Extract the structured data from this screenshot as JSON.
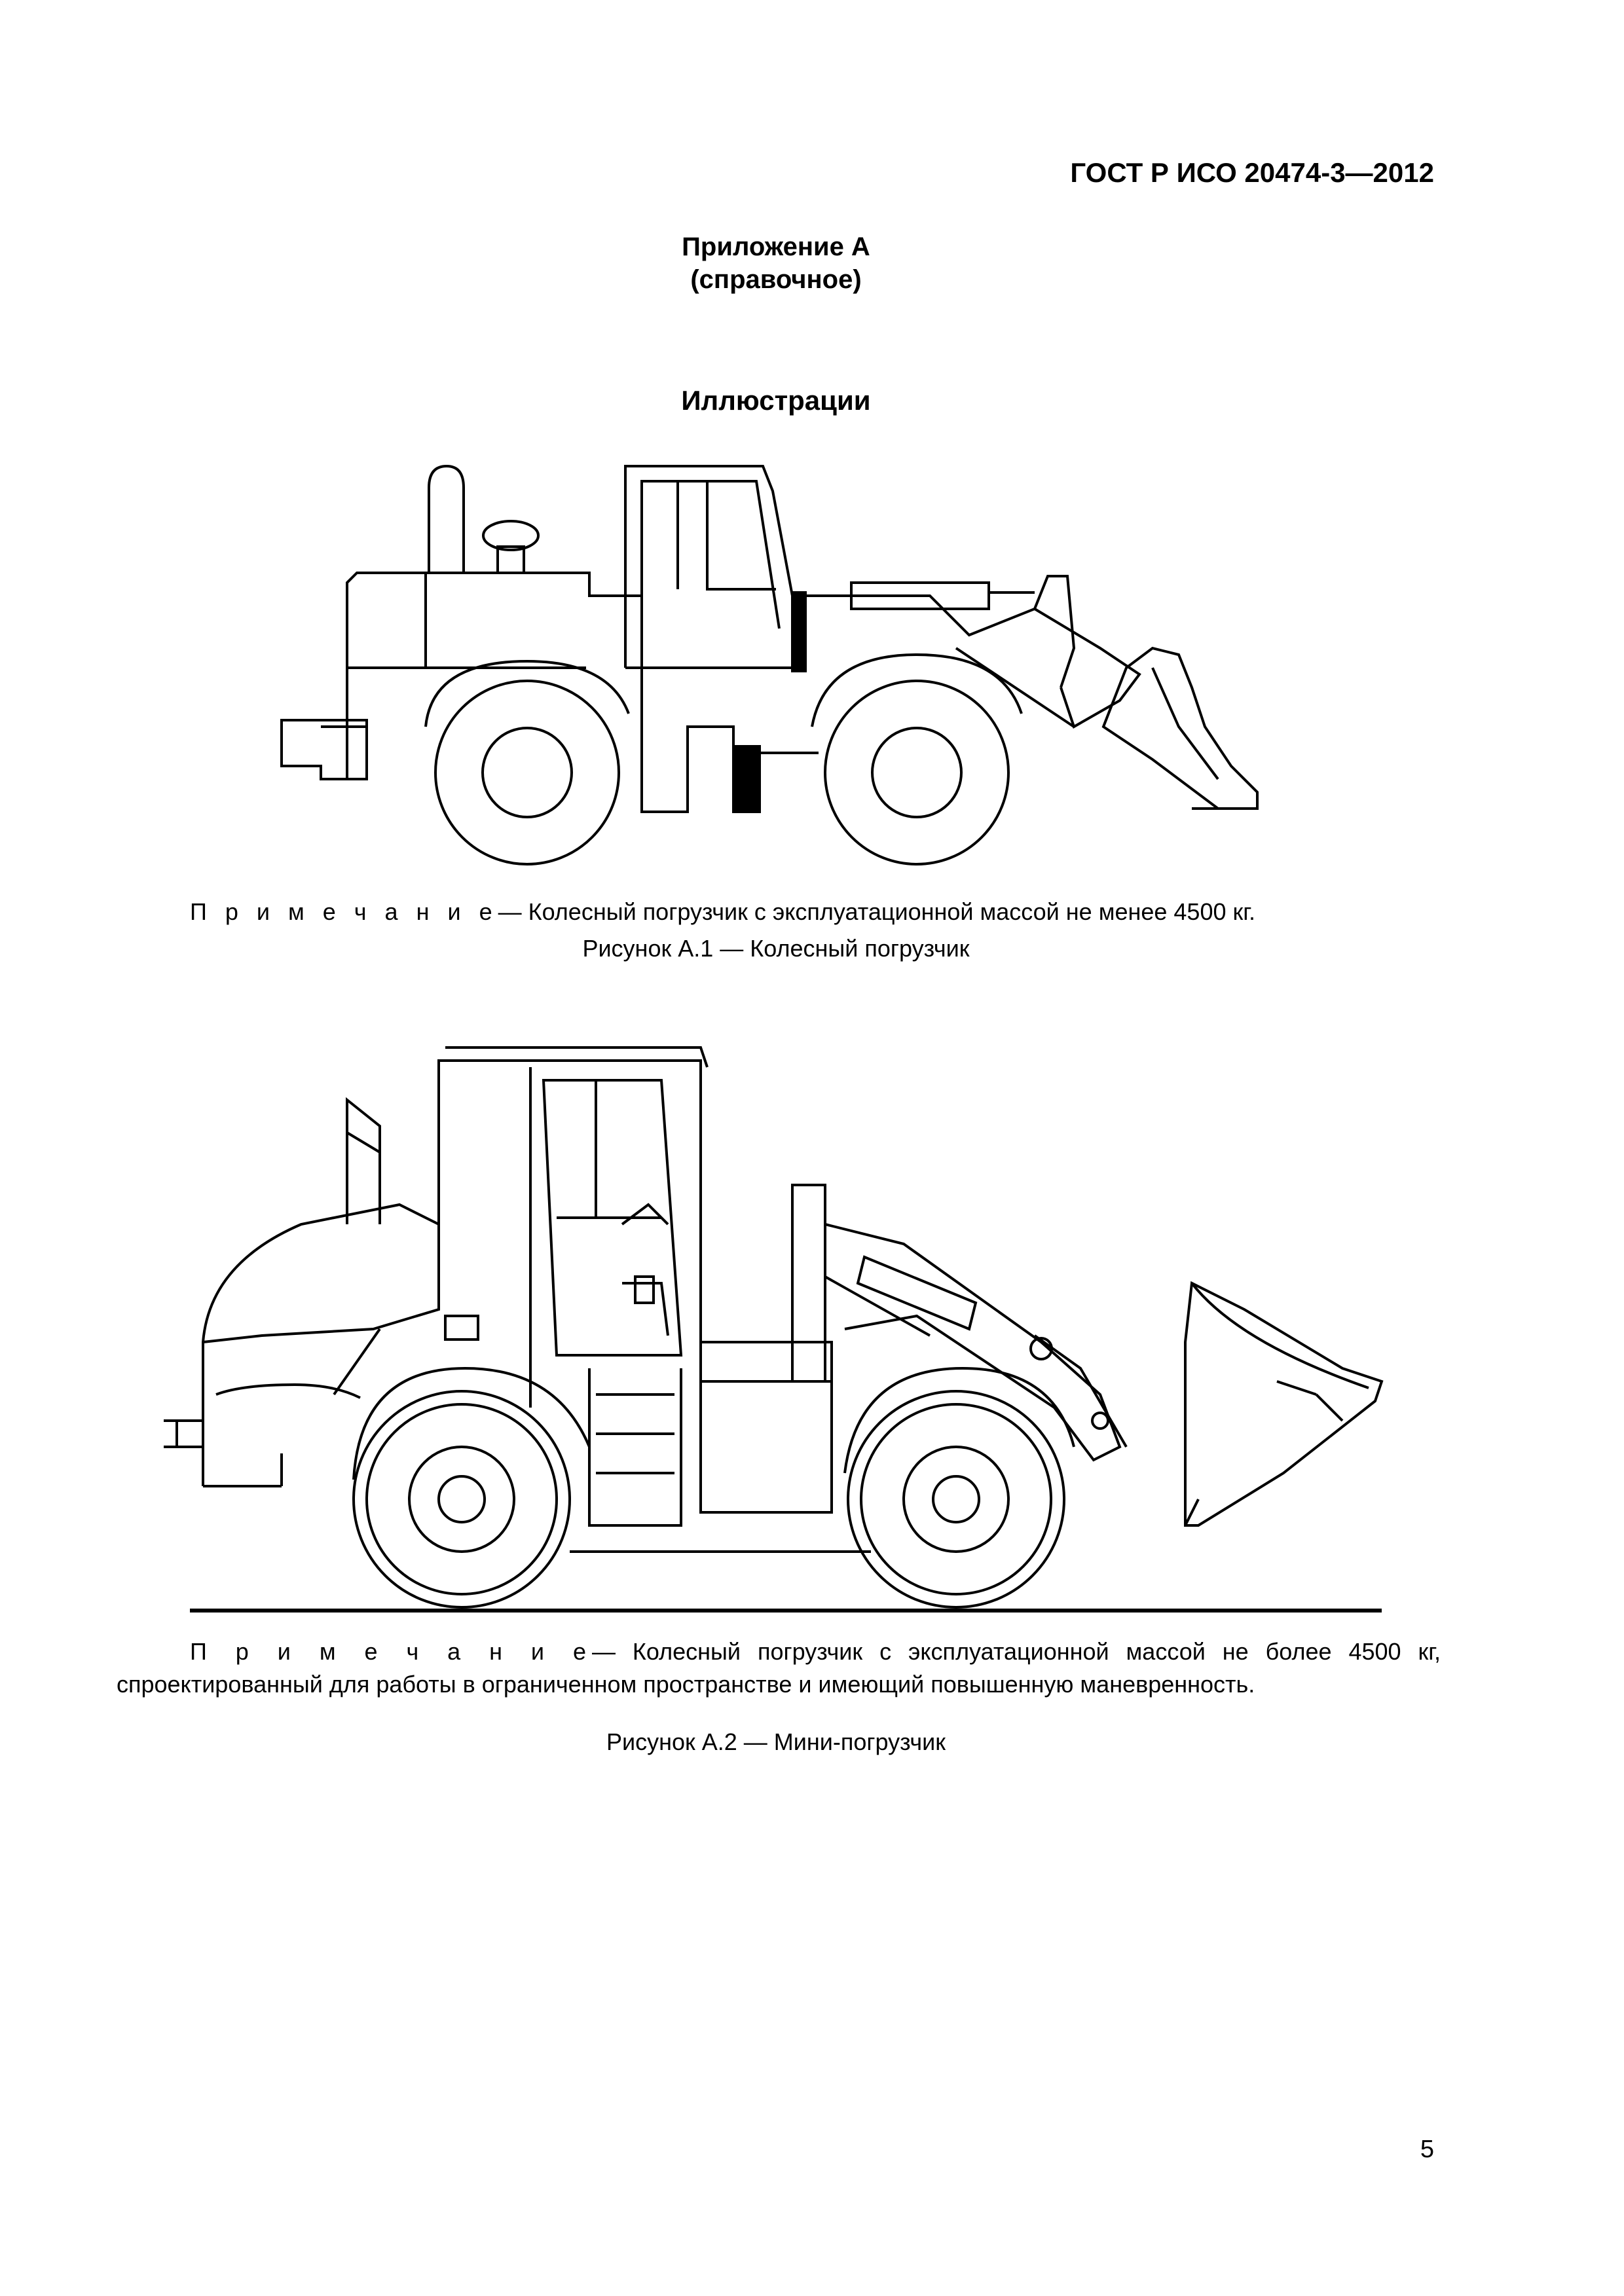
{
  "header": {
    "standard": "ГОСТ Р ИСО 20474-3—2012"
  },
  "annex": {
    "title": "Приложение А",
    "subtitle": "(справочное)"
  },
  "section": {
    "title": "Иллюстрации"
  },
  "figure1": {
    "note_label": "П р и м е ч а н и е",
    "note_text": "— Колесный погрузчик с эксплуатационной массой не менее 4500 кг.",
    "caption": "Рисунок  А.1 — Колесный погрузчик"
  },
  "figure2": {
    "note_label": "П р и м е ч а н и е",
    "note_text": "— Колесный погрузчик с эксплуатационной массой не более 4500 кг, спроектированный для работы в ограниченном пространстве и имеющий повышенную маневренность.",
    "caption": "Рисунок  А.2 — Мини-погрузчик"
  },
  "footer": {
    "page_number": "5"
  }
}
